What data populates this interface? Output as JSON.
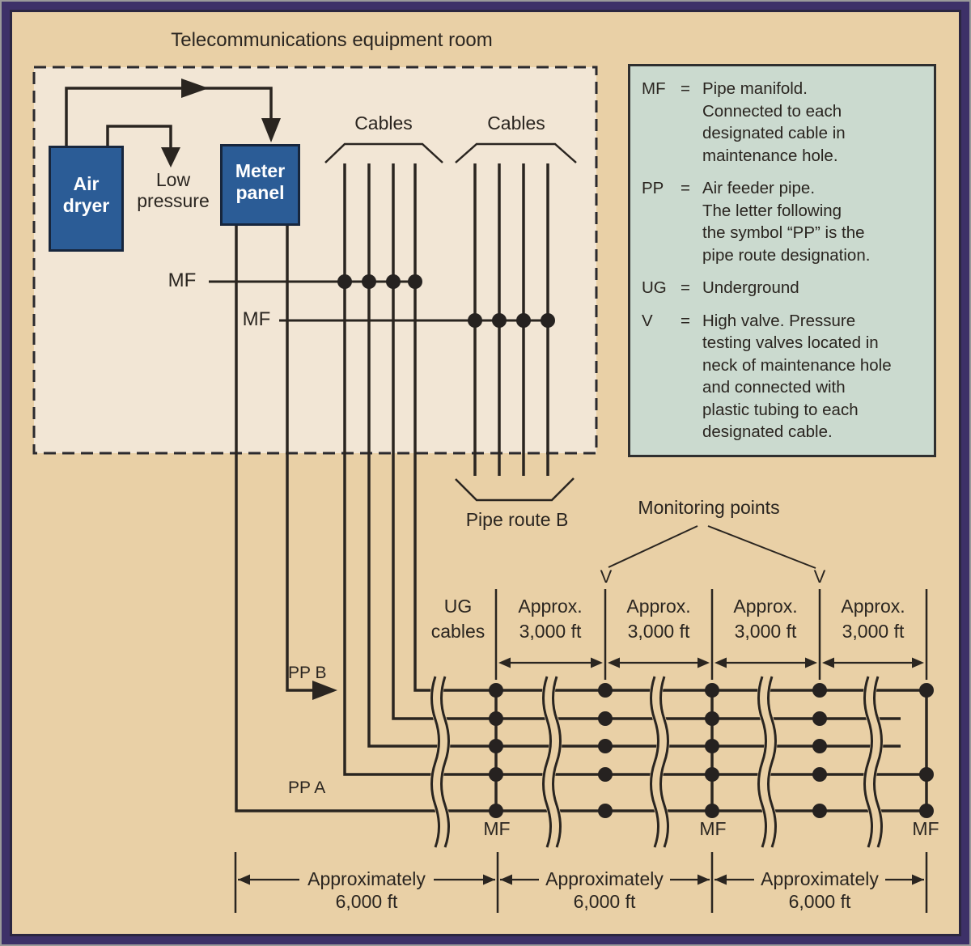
{
  "title": "Telecommunications equipment room",
  "room": {
    "air_dryer_line1": "Air",
    "air_dryer_line2": "dryer",
    "low_pressure_line1": "Low",
    "low_pressure_line2": "pressure",
    "meter_panel_line1": "Meter",
    "meter_panel_line2": "panel",
    "cables_left": "Cables",
    "cables_right": "Cables",
    "mf_label_1": "MF",
    "mf_label_2": "MF"
  },
  "legend": {
    "entries": [
      {
        "term": "MF",
        "eq": "=",
        "lines": [
          "Pipe manifold.",
          "Connected to each",
          "designated cable in",
          "maintenance hole."
        ]
      },
      {
        "term": "PP",
        "eq": "=",
        "lines": [
          "Air feeder pipe.",
          "The letter following",
          "the symbol “PP” is the",
          "pipe route designation."
        ]
      },
      {
        "term": "UG",
        "eq": "=",
        "lines": [
          "Underground"
        ]
      },
      {
        "term": "V",
        "eq": "=",
        "lines": [
          "High valve. Pressure",
          "testing valves located in",
          "neck of maintenance hole",
          "and connected with",
          "plastic tubing to each",
          "designated cable."
        ]
      }
    ]
  },
  "underground": {
    "pipe_route_b": "Pipe route B",
    "monitoring_points": "Monitoring points",
    "valve_left": "V",
    "valve_right": "V",
    "pp_b": "PP B",
    "pp_a": "PP A",
    "ug_cables_line1": "UG",
    "ug_cables_line2": "cables",
    "mf_1": "MF",
    "mf_2": "MF",
    "mf_3": "MF",
    "spans_3000": [
      {
        "line1": "Approx.",
        "line2": "3,000 ft"
      },
      {
        "line1": "Approx.",
        "line2": "3,000 ft"
      },
      {
        "line1": "Approx.",
        "line2": "3,000 ft"
      },
      {
        "line1": "Approx.",
        "line2": "3,000 ft"
      }
    ],
    "spans_6000": [
      {
        "line1": "Approximately",
        "line2": "6,000 ft"
      },
      {
        "line1": "Approximately",
        "line2": "6,000 ft"
      },
      {
        "line1": "Approximately",
        "line2": "6,000 ft"
      }
    ]
  },
  "colors": {
    "background_tan": "#e9d0a6",
    "room_cream": "#f2e6d5",
    "legend_green": "#cbdacf",
    "box_blue": "#2b5c96",
    "ink": "#2a2520",
    "frame_purple": "#3d3168"
  }
}
